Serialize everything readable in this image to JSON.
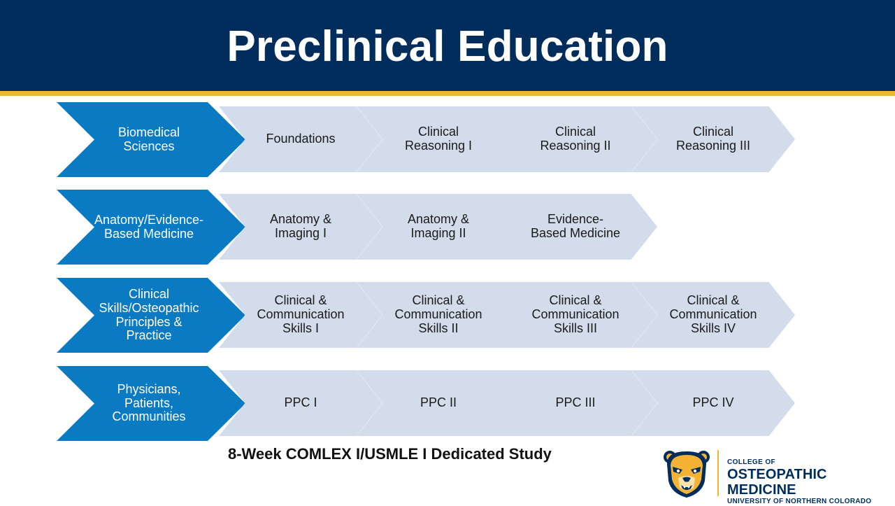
{
  "header": {
    "title": "Preclinical Education",
    "background_color": "#002d5c",
    "stripe_color": "#f5b335"
  },
  "tracks": [
    {
      "label": [
        "Biomedical",
        "Sciences"
      ],
      "steps": [
        [
          "Foundations"
        ],
        [
          "Clinical",
          "Reasoning I"
        ],
        [
          "Clinical",
          "Reasoning II"
        ],
        [
          "Clinical",
          "Reasoning III"
        ]
      ]
    },
    {
      "label": [
        "Anatomy/Evidence-",
        "Based Medicine"
      ],
      "steps": [
        [
          "Anatomy &",
          "Imaging I"
        ],
        [
          "Anatomy &",
          "Imaging II"
        ],
        [
          "Evidence-",
          "Based Medicine"
        ]
      ]
    },
    {
      "label": [
        "Clinical",
        "Skills/Osteopathic",
        "Principles &",
        "Practice"
      ],
      "steps": [
        [
          "Clinical &",
          "Communication",
          "Skills I"
        ],
        [
          "Clinical &",
          "Communication",
          "Skills II"
        ],
        [
          "Clinical &",
          "Communication",
          "Skills III"
        ],
        [
          "Clinical &",
          "Communication",
          "Skills IV"
        ]
      ]
    },
    {
      "label": [
        "Physicians,",
        "Patients,",
        "Communities"
      ],
      "steps": [
        [
          "PPC I"
        ],
        [
          "PPC II"
        ],
        [
          "PPC III"
        ],
        [
          "PPC IV"
        ]
      ]
    }
  ],
  "colors": {
    "track_label_fill": "#0a7ac2",
    "step_fill": "#d2dcea"
  },
  "footer": {
    "text": "8-Week COMLEX I/USMLE I Dedicated Study"
  },
  "logo": {
    "line1": "COLLEGE OF",
    "line2": "OSTEOPATHIC MEDICINE",
    "line3": "UNIVERSITY OF NORTHERN COLORADO",
    "icon": "bear-mascot-icon"
  }
}
